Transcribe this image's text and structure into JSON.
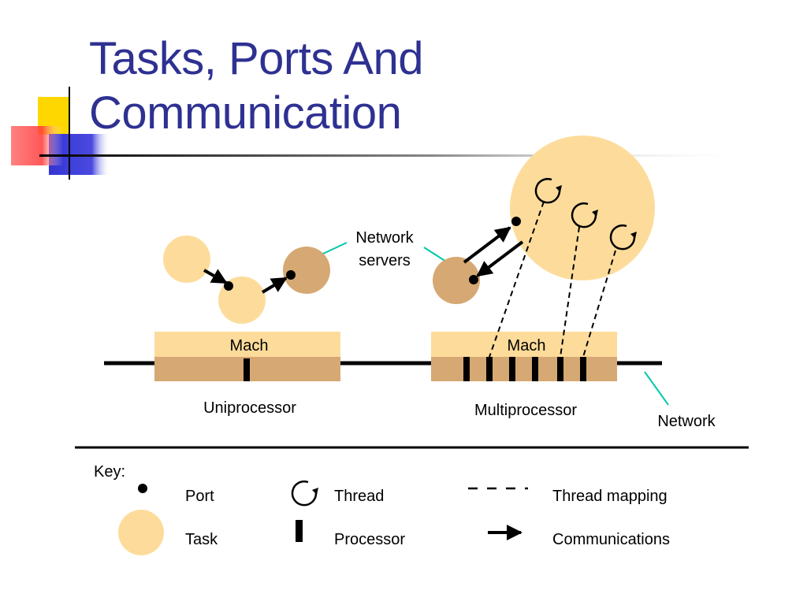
{
  "slide": {
    "title_line1": "Tasks, Ports And",
    "title_line2": "Communication"
  },
  "diagram": {
    "network_servers_line1": "Network",
    "network_servers_line2": "servers",
    "uniprocessor_mach": "Mach",
    "multiprocessor_mach": "Mach",
    "uniprocessor_label": "Uniprocessor",
    "multiprocessor_label": "Multiprocessor",
    "network_label": "Network"
  },
  "key": {
    "heading": "Key:",
    "port": "Port",
    "task": "Task",
    "thread": "Thread",
    "processor": "Processor",
    "thread_mapping": "Thread mapping",
    "communications": "Communications"
  },
  "colors": {
    "title": "#2e3191",
    "task": "#fddc9b",
    "server_task": "#d6a873",
    "mach_top": "#fddc9b",
    "mach_bottom": "#d6a873",
    "callout": "#00c8a8"
  }
}
